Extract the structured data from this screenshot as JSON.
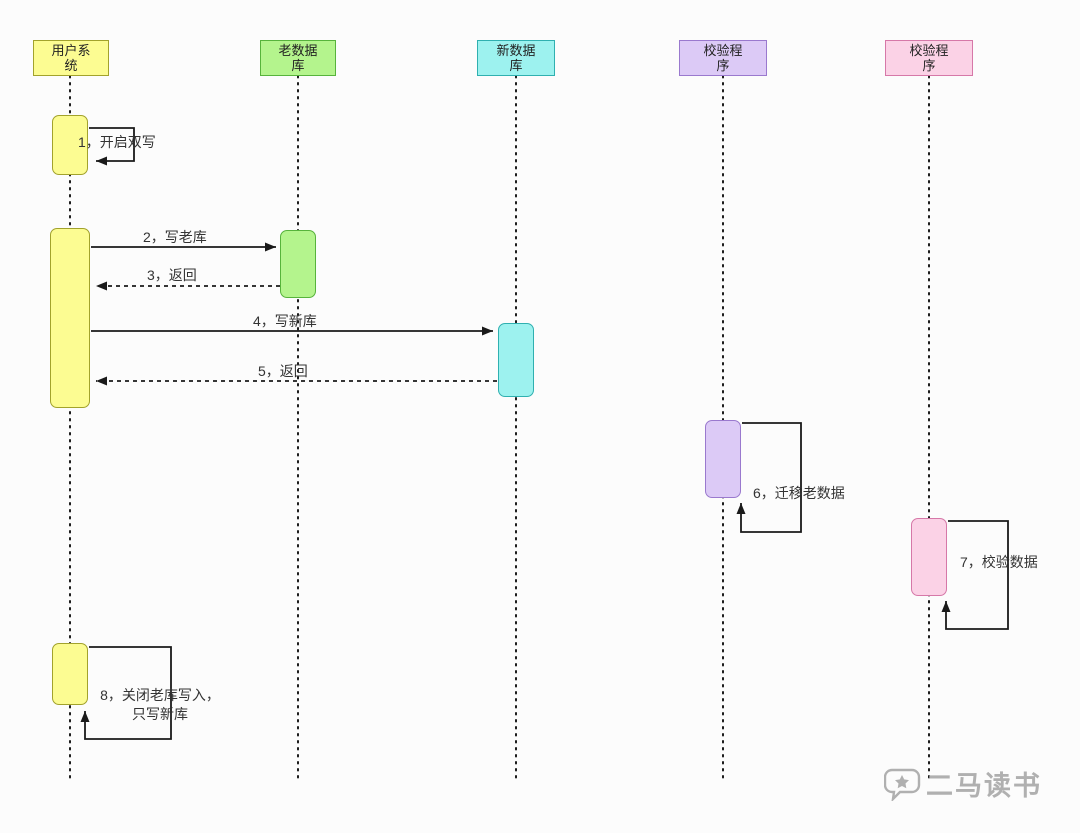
{
  "diagram": {
    "title": "database-migration-dual-write-sequence",
    "participants": [
      {
        "id": "user-system",
        "label": "用户系\n统",
        "color": "#fcfc92"
      },
      {
        "id": "old-database",
        "label": "老数据\n库",
        "color": "#b4f48d"
      },
      {
        "id": "new-database",
        "label": "新数据\n库",
        "color": "#9df2ef"
      },
      {
        "id": "verify-program-1",
        "label": "校验程\n序",
        "color": "#dccaf6"
      },
      {
        "id": "verify-program-2",
        "label": "校验程\n序",
        "color": "#fbd2e6"
      }
    ],
    "messages": [
      {
        "seq": 1,
        "label": "1，开启双写",
        "type": "self",
        "from": "user-system",
        "to": "user-system"
      },
      {
        "seq": 2,
        "label": "2，写老库",
        "type": "solid",
        "from": "user-system",
        "to": "old-database"
      },
      {
        "seq": 3,
        "label": "3，返回",
        "type": "dashed-return",
        "from": "old-database",
        "to": "user-system"
      },
      {
        "seq": 4,
        "label": "4，写新库",
        "type": "solid",
        "from": "user-system",
        "to": "new-database"
      },
      {
        "seq": 5,
        "label": "5，返回",
        "type": "dashed-return",
        "from": "new-database",
        "to": "user-system"
      },
      {
        "seq": 6,
        "label": "6，迁移老数据",
        "type": "self",
        "from": "verify-program-1",
        "to": "verify-program-1"
      },
      {
        "seq": 7,
        "label": "7，校验数据",
        "type": "self",
        "from": "verify-program-2",
        "to": "verify-program-2"
      },
      {
        "seq": 8,
        "label": "8，关闭老库写入，\n只写新库",
        "type": "self",
        "from": "user-system",
        "to": "user-system"
      }
    ]
  },
  "watermark": {
    "text": "二马读书"
  }
}
